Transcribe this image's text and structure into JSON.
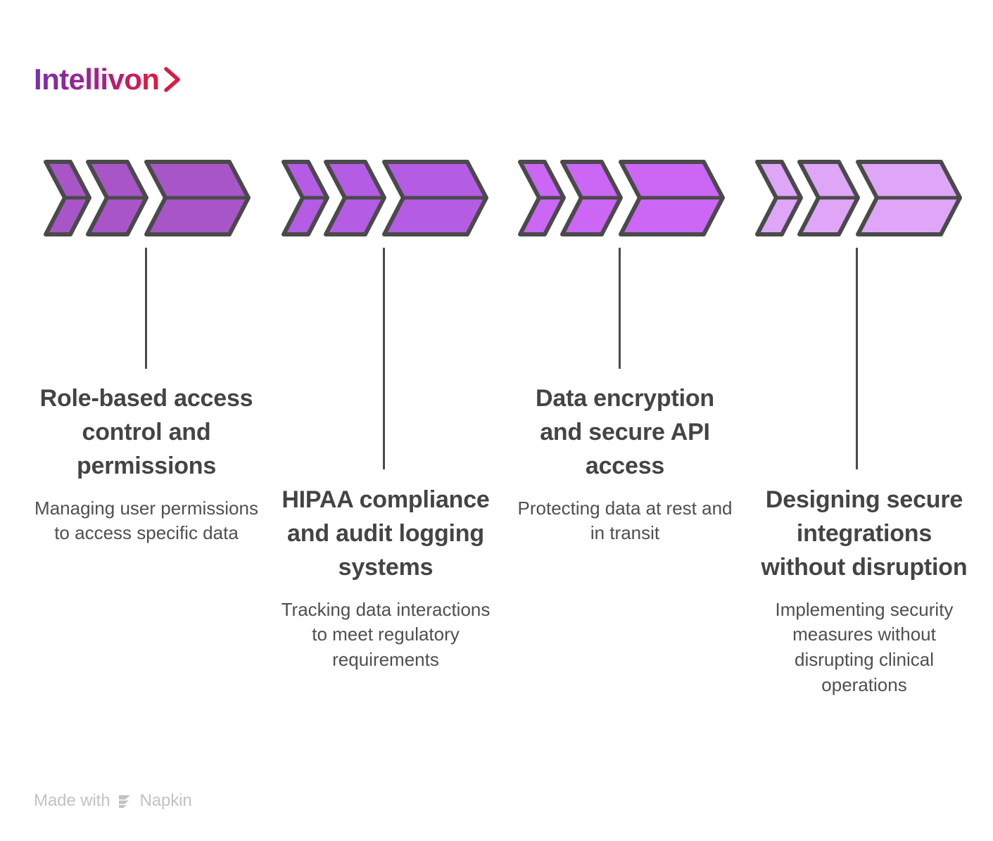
{
  "brand": {
    "name": "Intellivon",
    "chevron_icon": "chevron-right-icon",
    "gradient_start": "#7b2fa8",
    "gradient_mid": "#a0218f",
    "gradient_end": "#e01a3c"
  },
  "theme": {
    "background": "#ffffff",
    "outline": "#4a4a4a",
    "title_color": "#444444",
    "desc_color": "#4f4f4f",
    "footer_color": "#c2c2c2"
  },
  "stages": [
    {
      "index": "1",
      "title": "Role-based access control and permissions",
      "description": "Managing user permissions to access specific data",
      "fill": "#a855c8",
      "outline": "#4a4a4a"
    },
    {
      "index": "2",
      "title": "HIPAA compliance and audit logging systems",
      "description": "Tracking data interactions to meet regulatory requirements",
      "fill": "#b45ce4",
      "outline": "#4a4a4a"
    },
    {
      "index": "3",
      "title": "Data encryption and secure API access",
      "description": "Protecting data at rest and in transit",
      "fill": "#cc66f5",
      "outline": "#4a4a4a"
    },
    {
      "index": "4",
      "title": "Designing secure integrations without disruption",
      "description": "Implementing security measures without disrupting clinical operations",
      "fill": "#dfa5f7",
      "outline": "#4a4a4a"
    }
  ],
  "footer": {
    "made_with": "Made with",
    "product": "Napkin",
    "logo_icon": "napkin-logo-icon"
  }
}
